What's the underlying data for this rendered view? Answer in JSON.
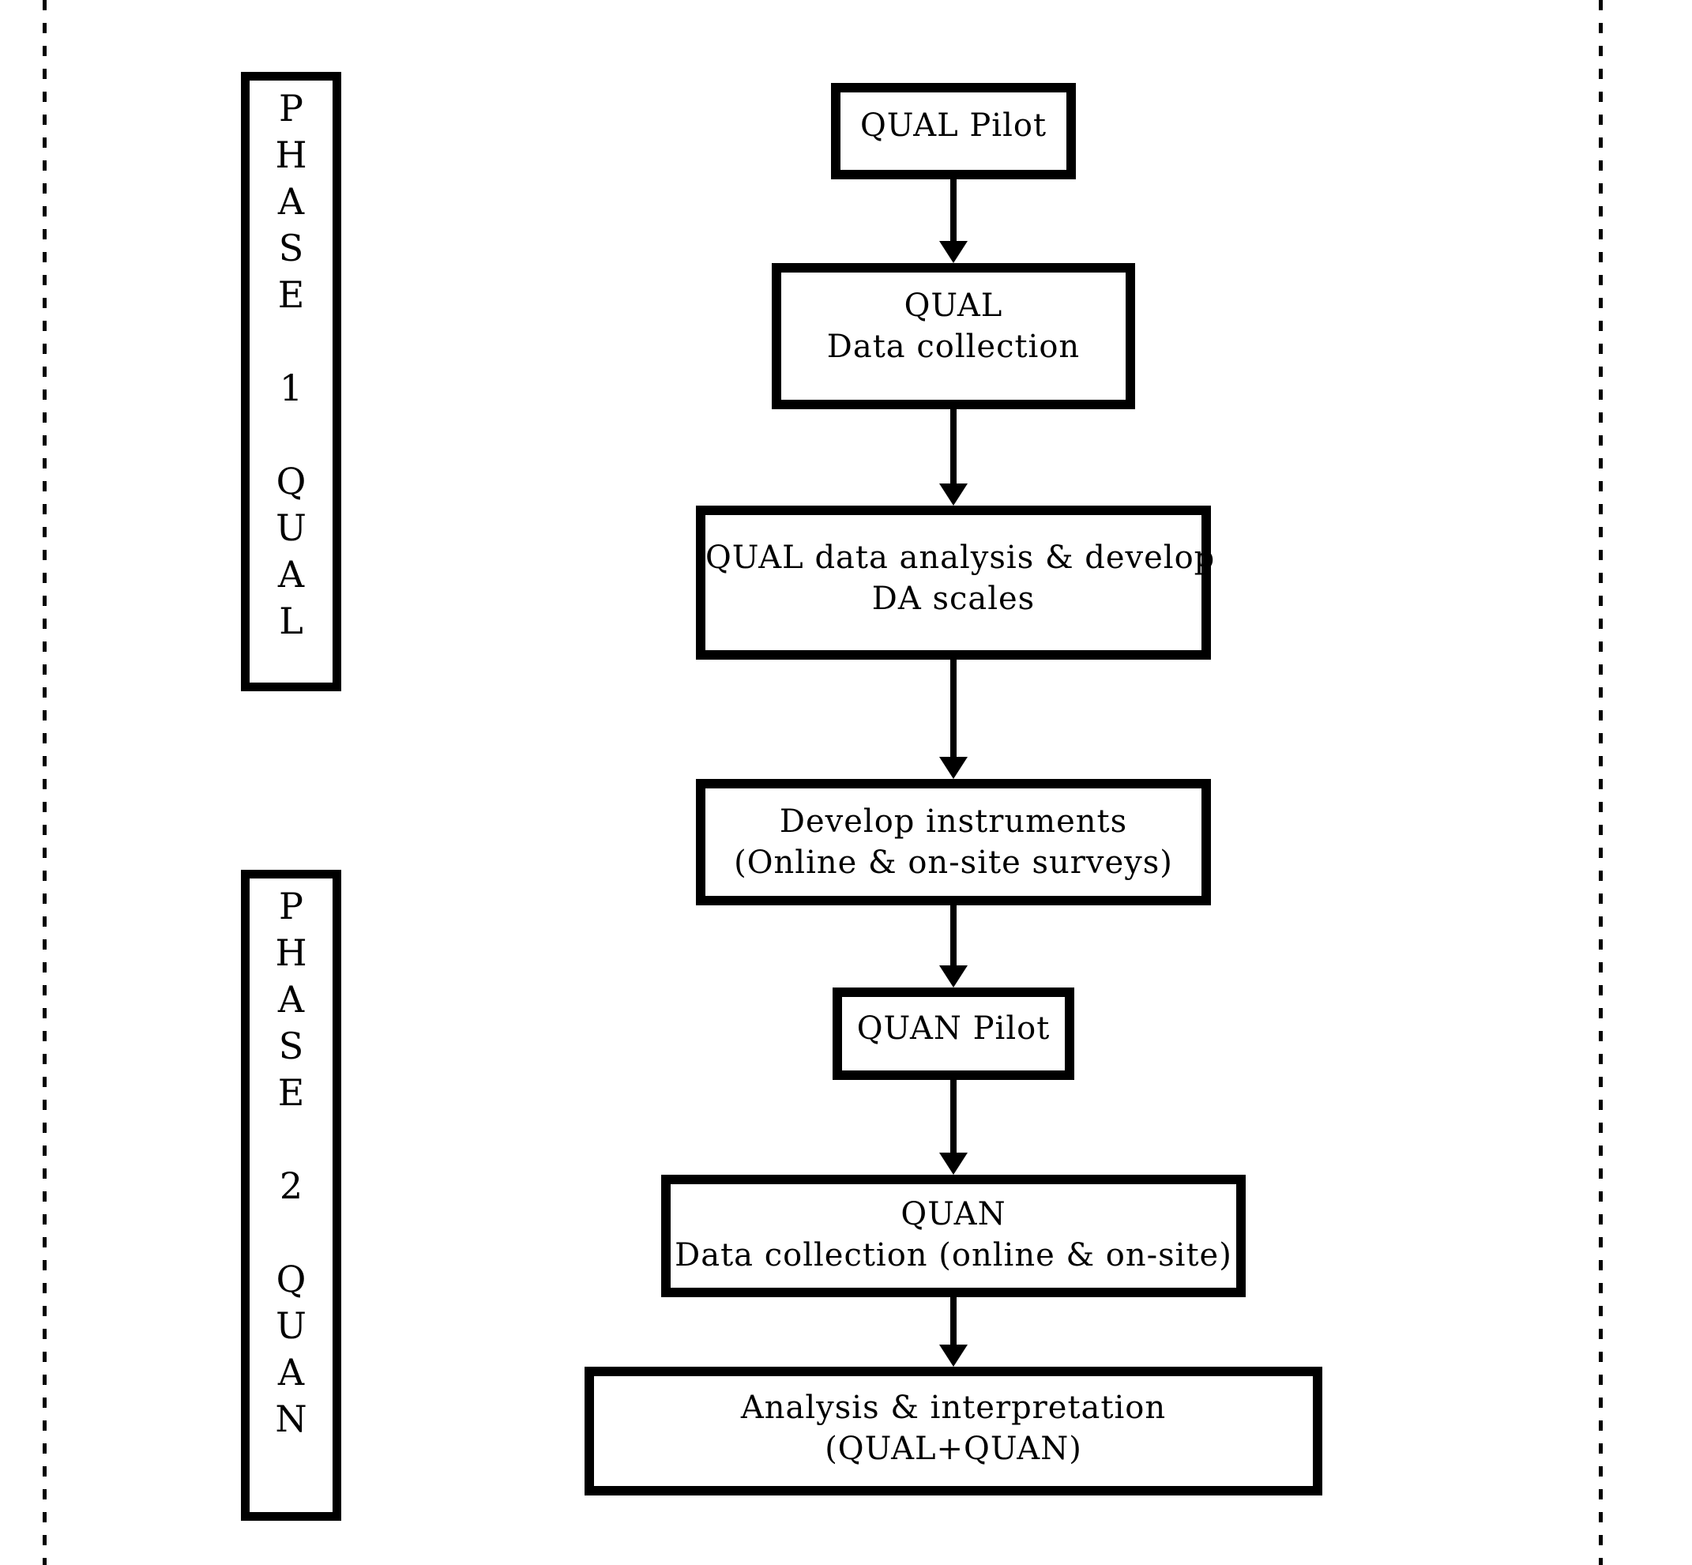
{
  "page": {
    "background": "#ffffff",
    "ink": "#000000",
    "description": "Two-phase mixed-methods research design flowchart"
  },
  "phase_labels": [
    {
      "name": "phase-1-qual",
      "letters": [
        "P",
        "H",
        "A",
        "S",
        "E",
        "",
        "1",
        "",
        "Q",
        "U",
        "A",
        "L"
      ]
    },
    {
      "name": "phase-2-quan",
      "letters": [
        "P",
        "H",
        "A",
        "S",
        "E",
        "",
        "2",
        "",
        "Q",
        "U",
        "A",
        "N"
      ]
    }
  ],
  "flow_boxes": [
    {
      "name": "qual-pilot",
      "lines": [
        "QUAL Pilot"
      ]
    },
    {
      "name": "qual-data-collection",
      "lines": [
        "QUAL",
        "Data collection"
      ]
    },
    {
      "name": "qual-data-analysis",
      "lines": [
        "QUAL data analysis & develop",
        "DA scales"
      ]
    },
    {
      "name": "develop-instruments",
      "lines": [
        "Develop instruments",
        "(Online & on-site surveys)"
      ]
    },
    {
      "name": "quan-pilot",
      "lines": [
        "QUAN Pilot"
      ]
    },
    {
      "name": "quan-data-collection",
      "lines": [
        "QUAN",
        "Data collection (online & on-site)"
      ]
    },
    {
      "name": "analysis-interpretation",
      "lines": [
        "Analysis & interpretation",
        "(QUAL+QUAN)"
      ]
    }
  ]
}
